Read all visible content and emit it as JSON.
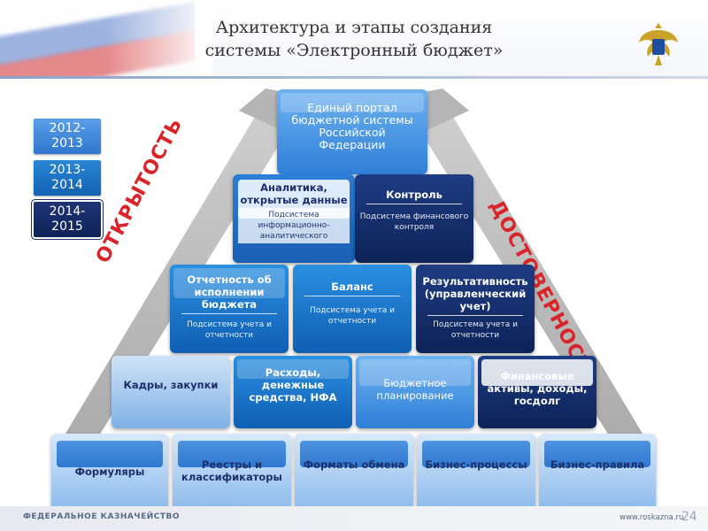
{
  "title": {
    "line1": "Архитектура и этапы создания",
    "line2": "системы «Электронный бюджет»"
  },
  "years": [
    "2012-\n2013",
    "2013-\n2014",
    "2014-\n2015"
  ],
  "side_labels": {
    "left": "ОТКРЫТОСТЬ",
    "right": "ДОСТОВЕРНОСТЬ"
  },
  "pyramid": {
    "top": {
      "title": "Единый портал бюджетной системы Российской Федерации"
    },
    "row2": [
      {
        "title": "Аналитика, открытые данные",
        "subtitle": "Подсистема информационно-аналитического"
      },
      {
        "title": "Контроль",
        "subtitle": "Подсистема финансового контроля"
      }
    ],
    "row3": [
      {
        "title": "Отчетность об исполнении бюджета",
        "subtitle": "Подсистема учета и отчетности"
      },
      {
        "title": "Баланс",
        "subtitle": "Подсистема учета и отчетности"
      },
      {
        "title": "Результативность (управленческий учет)",
        "subtitle": "Подсистема учета и отчетности"
      }
    ],
    "row4": [
      {
        "title": "Кадры, закупки"
      },
      {
        "title": "Расходы, денежные средства, НФА"
      },
      {
        "title": "Бюджетное планирование"
      },
      {
        "title": "Финансовые активы, доходы, госдолг"
      }
    ],
    "row5": [
      {
        "title": "Формуляры"
      },
      {
        "title": "Реестры и классификаторы"
      },
      {
        "title": "Форматы обмена"
      },
      {
        "title": "Бизнес-процессы"
      },
      {
        "title": "Бизнес-правила"
      }
    ]
  },
  "footer": {
    "org": "ФЕДЕРАЛЬНОЕ КАЗНАЧЕЙСТВО",
    "url": "www.roskazna.ru",
    "page": "24"
  },
  "colors": {
    "accent_red": "#d9252a",
    "dark_navy": "#0d2358",
    "mid_blue": "#0f5fb4",
    "light_blue": "#2f7fd8"
  }
}
